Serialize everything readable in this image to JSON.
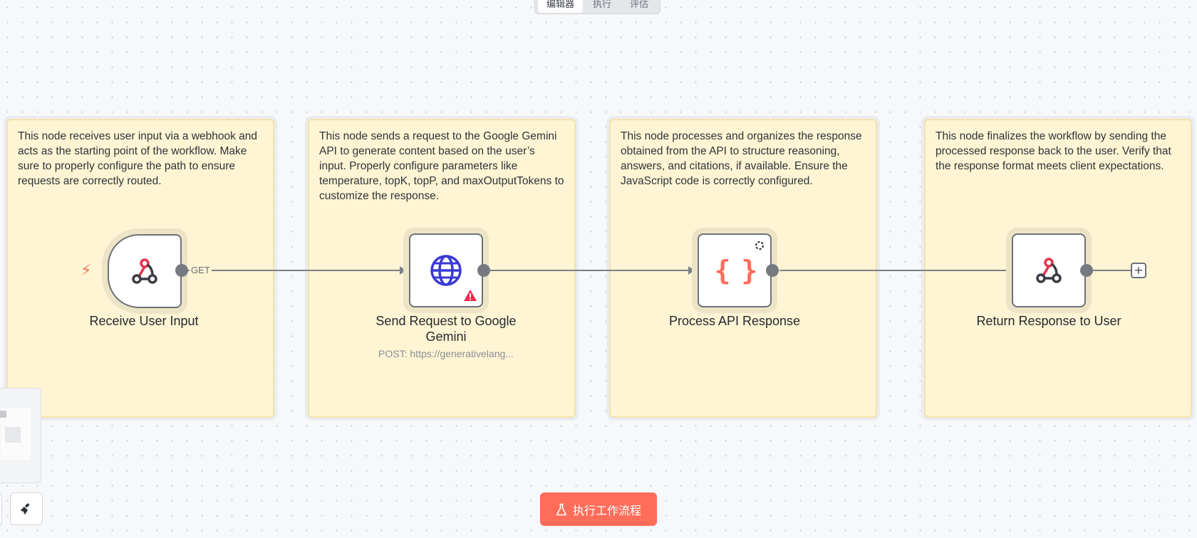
{
  "top_tabs": [
    {
      "label": "编辑器",
      "active": true
    },
    {
      "label": "执行",
      "active": false
    },
    {
      "label": "评估",
      "active": false
    }
  ],
  "sticky_notes": [
    {
      "text": "This node receives user input via a webhook and acts as the starting point of the workflow. Make sure to properly configure the path to ensure requests are correctly routed."
    },
    {
      "text": "This node sends a request to the Google Gemini API to generate content based on the user’s input. Properly configure parameters like temperature, topK, topP, and maxOutputTokens to customize the response."
    },
    {
      "text": "This node processes and organizes the response obtained from the API to structure reasoning, answers, and citations, if available. Ensure the JavaScript code is correctly configured."
    },
    {
      "text": "This node finalizes the workflow by sending the processed response back to the user. Verify that the response format meets client expectations."
    }
  ],
  "nodes": [
    {
      "label": "Receive User Input",
      "icon": "webhook-icon",
      "output_label": "GET"
    },
    {
      "label": "Send Request to Google Gemini",
      "icon": "globe-icon",
      "subtitle": "POST: https://generativelang...",
      "status": "warning-icon"
    },
    {
      "label": "Process API Response",
      "icon": "code-braces-icon",
      "glyph": "{ }"
    },
    {
      "label": "Return Response to User",
      "icon": "webhook-icon"
    }
  ],
  "add_node_glyph": "+",
  "run_button": {
    "label": "执行工作流程",
    "icon": "flask-icon"
  },
  "colors": {
    "accent": "#ff6d5a",
    "sticky_bg": "#fff5d4",
    "node_border": "#6e7177",
    "globe": "#3a3ad6",
    "warning": "#f0284a",
    "webhook_red": "#e5334b"
  }
}
